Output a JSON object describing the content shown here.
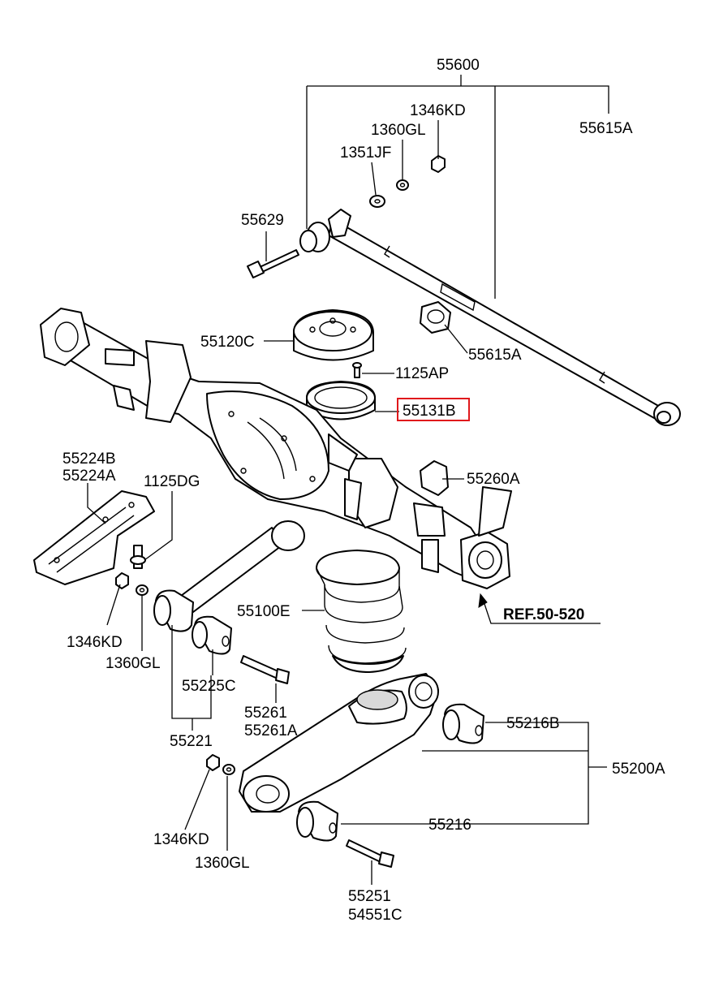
{
  "labels": {
    "p55600": "55600",
    "p55615A_top": "55615A",
    "p1346KD_top": "1346KD",
    "p1360GL_top": "1360GL",
    "p1351JF": "1351JF",
    "p55629": "55629",
    "p55120C": "55120C",
    "p55615A_mid": "55615A",
    "p1125AP": "1125AP",
    "p55131B": "55131B",
    "p55224B": "55224B",
    "p55224A": "55224A",
    "p1125DG": "1125DG",
    "p55260A": "55260A",
    "p55100E": "55100E",
    "ref": "REF.50-520",
    "p1346KD_left": "1346KD",
    "p1360GL_left": "1360GL",
    "p55225C": "55225C",
    "p55261": "55261",
    "p55261A": "55261A",
    "p55221": "55221",
    "p55216B": "55216B",
    "p55200A": "55200A",
    "p55216": "55216",
    "p1346KD_bot": "1346KD",
    "p1360GL_bot": "1360GL",
    "p55251": "55251",
    "p54551C": "54551C"
  },
  "highlight": {
    "part": "55131B",
    "color": "#e0191c"
  }
}
